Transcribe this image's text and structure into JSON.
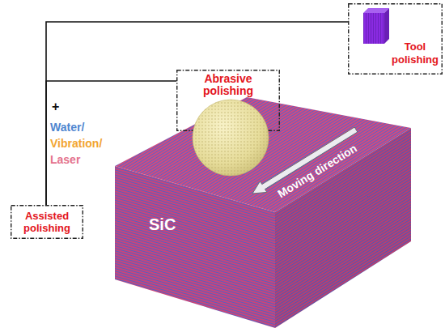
{
  "diagram": {
    "nodes": [
      {
        "text": [
          "SiC"
        ]
      },
      {
        "text": [
          "Abrasive polishing"
        ]
      },
      {
        "text": [
          "Tool polishing"
        ]
      },
      {
        "text": [
          "Assisted polishing"
        ]
      }
    ],
    "edges": [
      {
        "from": 3,
        "to": 2,
        "arrow": "none"
      },
      {
        "from": 3,
        "to": 1,
        "arrow": "none"
      }
    ],
    "labels": [
      "+",
      "Water/",
      "Vibration/",
      "Laser",
      "Moving direction"
    ]
  }
}
